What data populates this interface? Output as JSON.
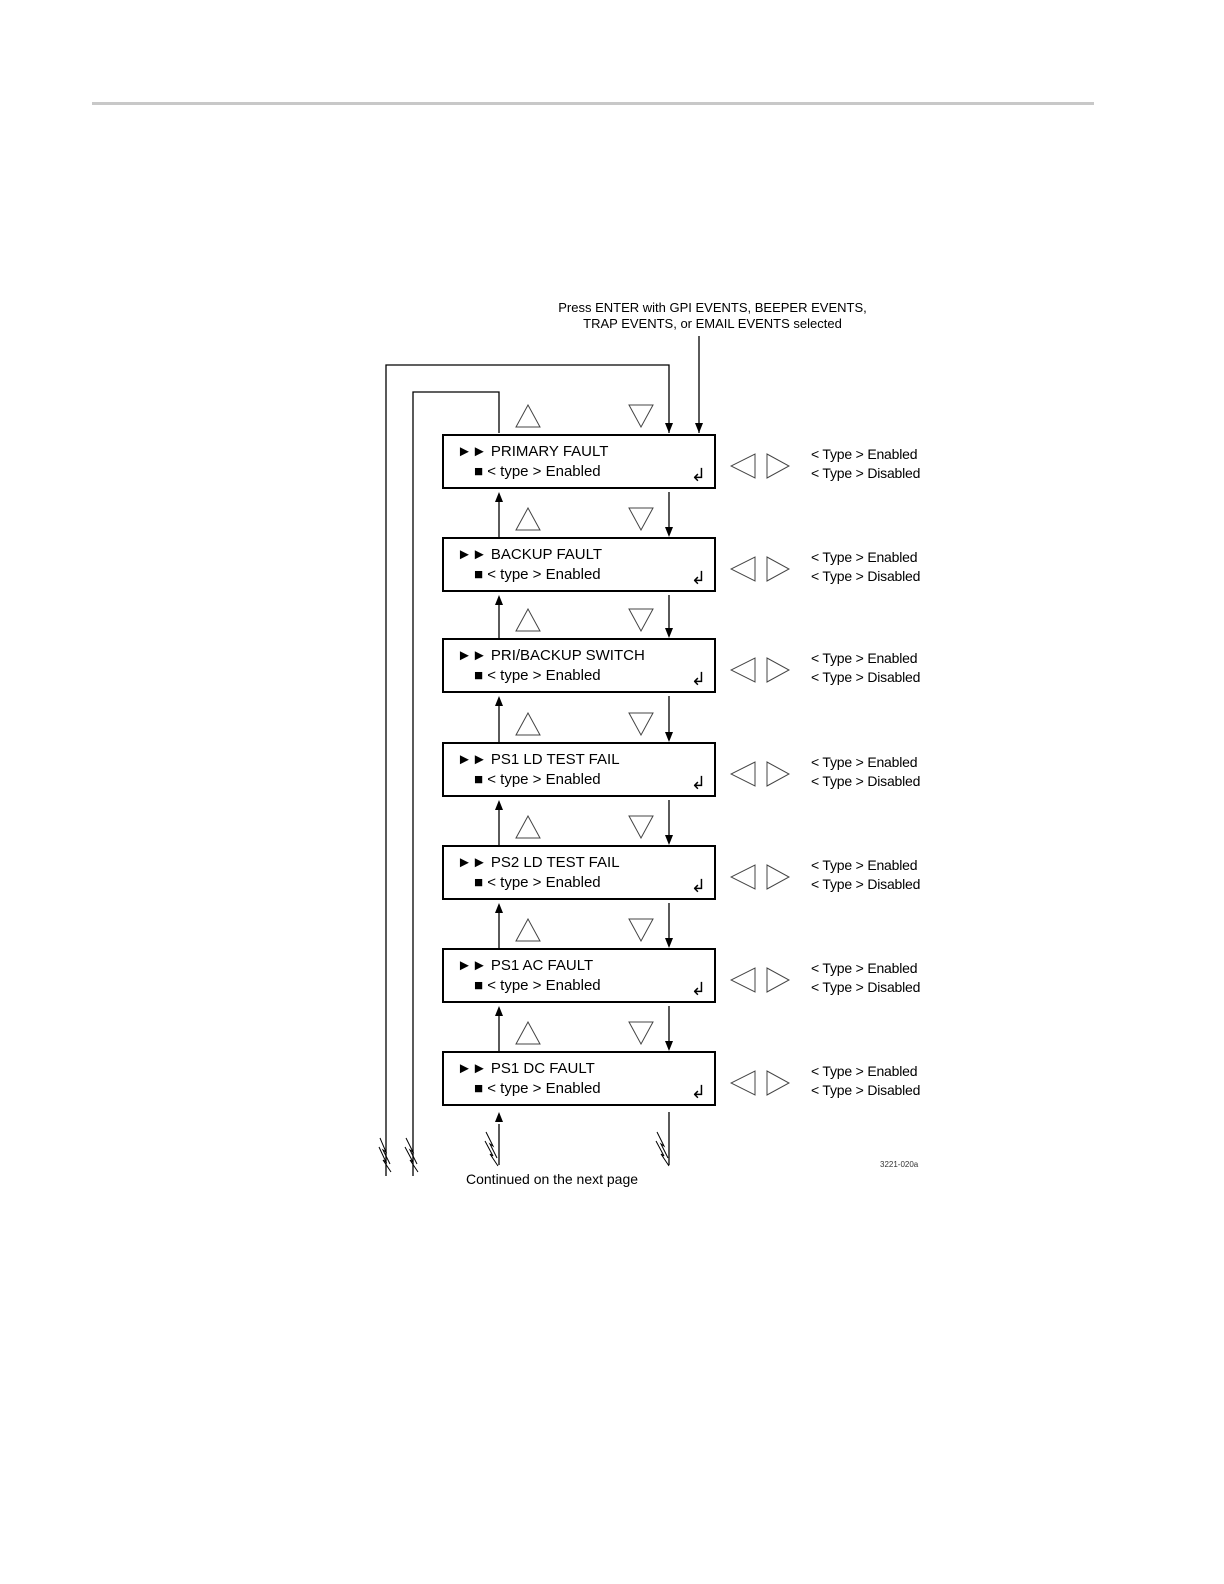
{
  "intro": {
    "line1": "Press ENTER with GPI EVENTS, BEEPER EVENTS,",
    "line2": "TRAP EVENTS, or EMAIL EVENTS selected"
  },
  "screens": [
    {
      "title": "►► PRIMARY FAULT",
      "value": "■ < type > Enabled"
    },
    {
      "title": "►► BACKUP FAULT",
      "value": "■ < type > Enabled"
    },
    {
      "title": "►► PRI/BACKUP SWITCH",
      "value": "■ < type > Enabled"
    },
    {
      "title": "►► PS1 LD TEST FAIL",
      "value": "■ < type > Enabled"
    },
    {
      "title": "►► PS2 LD TEST FAIL",
      "value": "■ < type > Enabled"
    },
    {
      "title": "►► PS1 AC FAULT",
      "value": "■ < type > Enabled"
    },
    {
      "title": "►► PS1 DC FAULT",
      "value": "■ < type > Enabled"
    }
  ],
  "options": {
    "enabled": "< Type > Enabled",
    "disabled": "< Type > Disabled"
  },
  "enter_symbol": "↲",
  "continued": "Continued on the next page",
  "figure_id": "3221-020a"
}
